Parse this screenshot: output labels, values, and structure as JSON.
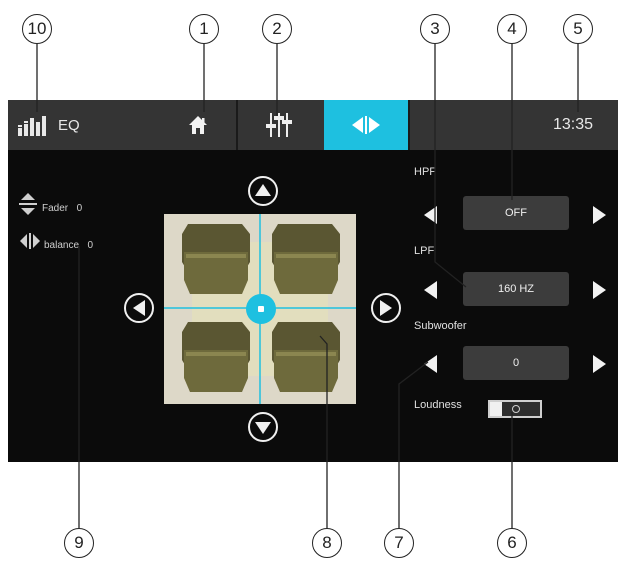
{
  "callouts": {
    "c1": "1",
    "c2": "2",
    "c3": "3",
    "c4": "4",
    "c5": "5",
    "c6": "6",
    "c7": "7",
    "c8": "8",
    "c9": "9",
    "c10": "10"
  },
  "topbar": {
    "eq_label": "EQ",
    "time": "13:35",
    "home_icon": "home-icon",
    "eq_icon": "equalizer-bars-icon",
    "sound_settings_icon": "sliders-icon",
    "balance_tab_icon": "left-right-arrows-icon",
    "active_tab_color": "#1ec0e0"
  },
  "left": {
    "fader_label": "Fader",
    "fader_value": "0",
    "balance_label": "balance",
    "balance_value": "0"
  },
  "right": {
    "hpf_label": "HPF",
    "hpf_value": "OFF",
    "lpf_label": "LPF",
    "lpf_value": "160 HZ",
    "subwoofer_label": "Subwoofer",
    "subwoofer_value": "0",
    "loudness_label": "Loudness",
    "loudness_on": false
  },
  "colors": {
    "accent": "#1ec0e0",
    "seat": "#6e6a3c",
    "panel": "#ddd8c8"
  }
}
